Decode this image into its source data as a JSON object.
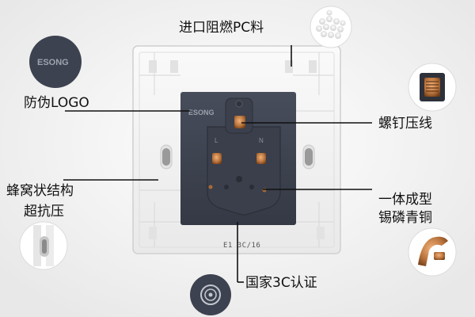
{
  "callouts": {
    "material": "进口阻燃PC料",
    "logo": "防伪LOGO",
    "screw": "螺钉压线",
    "honeycomb_line1": "蜂窝状结构",
    "honeycomb_line2": "超抗压",
    "copper_line1": "一体成型",
    "copper_line2": "锡磷青铜",
    "cert": "国家3C认证"
  },
  "product": {
    "brand": "ESONG",
    "model_text": "E1 3C/16",
    "socket_labels": {
      "L": "L",
      "N": "N"
    }
  },
  "colors": {
    "background": "#efefef",
    "panel": "#f7f7f7",
    "socket_body": "#3e4350",
    "copper": "#b8723b",
    "callout_line": "#111111"
  }
}
